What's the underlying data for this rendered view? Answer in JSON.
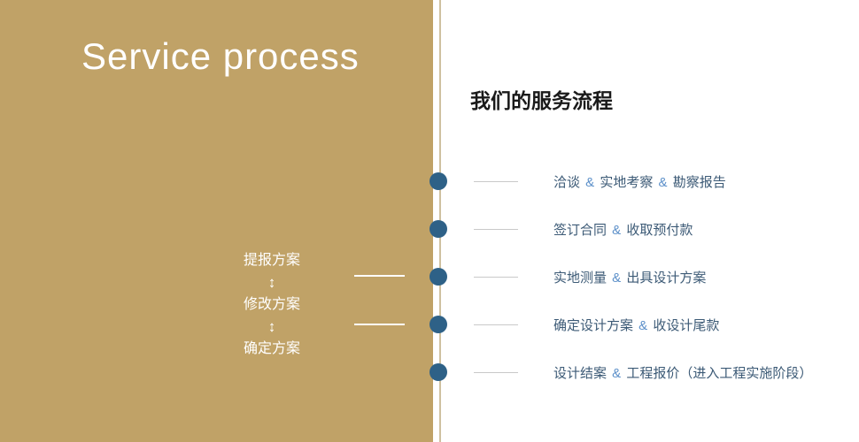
{
  "colors": {
    "panel_gold": "#c0a267",
    "dot_navy": "#2e6187",
    "step_text_navy": "#3c5a76",
    "ampersand_blue": "#5b8fc9",
    "connector_gray": "#c9c9c9",
    "divider_tan": "#cfc1a0",
    "heading_dark": "#1a1a1a",
    "white": "#ffffff"
  },
  "left_panel": {
    "title": "Service process",
    "arrow_glyph": "↕",
    "sub_steps": [
      "提报方案",
      "修改方案",
      "确定方案"
    ]
  },
  "right_panel": {
    "title": "我们的服务流程",
    "separator": "&",
    "steps": [
      {
        "parts": [
          "洽谈",
          "实地考察",
          "勘察报告"
        ]
      },
      {
        "parts": [
          "签订合同",
          "收取预付款"
        ]
      },
      {
        "parts": [
          "实地测量",
          "出具设计方案"
        ]
      },
      {
        "parts": [
          "确定设计方案",
          "收设计尾款"
        ]
      },
      {
        "parts": [
          "设计结案",
          "工程报价（进入工程实施阶段）"
        ]
      }
    ]
  }
}
